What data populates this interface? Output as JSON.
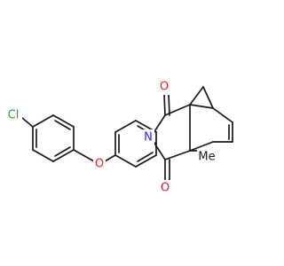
{
  "molecule": {
    "atom_labels": {
      "chlorine": "Cl",
      "ether_oxygen": "O",
      "nitrogen": "N",
      "carbonyl_oxygen_top": "O",
      "carbonyl_oxygen_bottom": "O",
      "methyl": "Me"
    },
    "colors": {
      "chlorine": "#2ca02c",
      "oxygen": "#e8202a",
      "nitrogen": "#2a2ae8",
      "bond": "#1a1a1a",
      "carbon_label": "#1a1a1a"
    }
  }
}
